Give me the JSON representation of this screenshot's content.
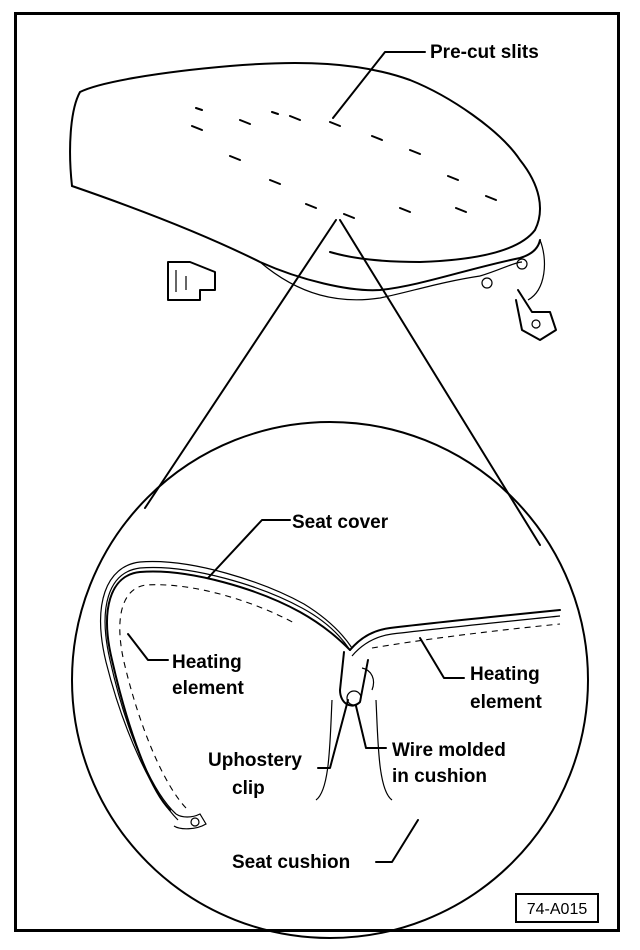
{
  "labels": {
    "precut_slits": "Pre-cut slits",
    "seat_cover": "Seat cover",
    "heating_element_left_1": "Heating",
    "heating_element_left_2": "element",
    "heating_element_right_1": "Heating",
    "heating_element_right_2": "element",
    "upholstery_clip_1": "Uphostery",
    "upholstery_clip_2": "clip",
    "wire_molded_1": "Wire molded",
    "wire_molded_2": "in cushion",
    "seat_cushion": "Seat cushion"
  },
  "figure_id": "74-A015"
}
